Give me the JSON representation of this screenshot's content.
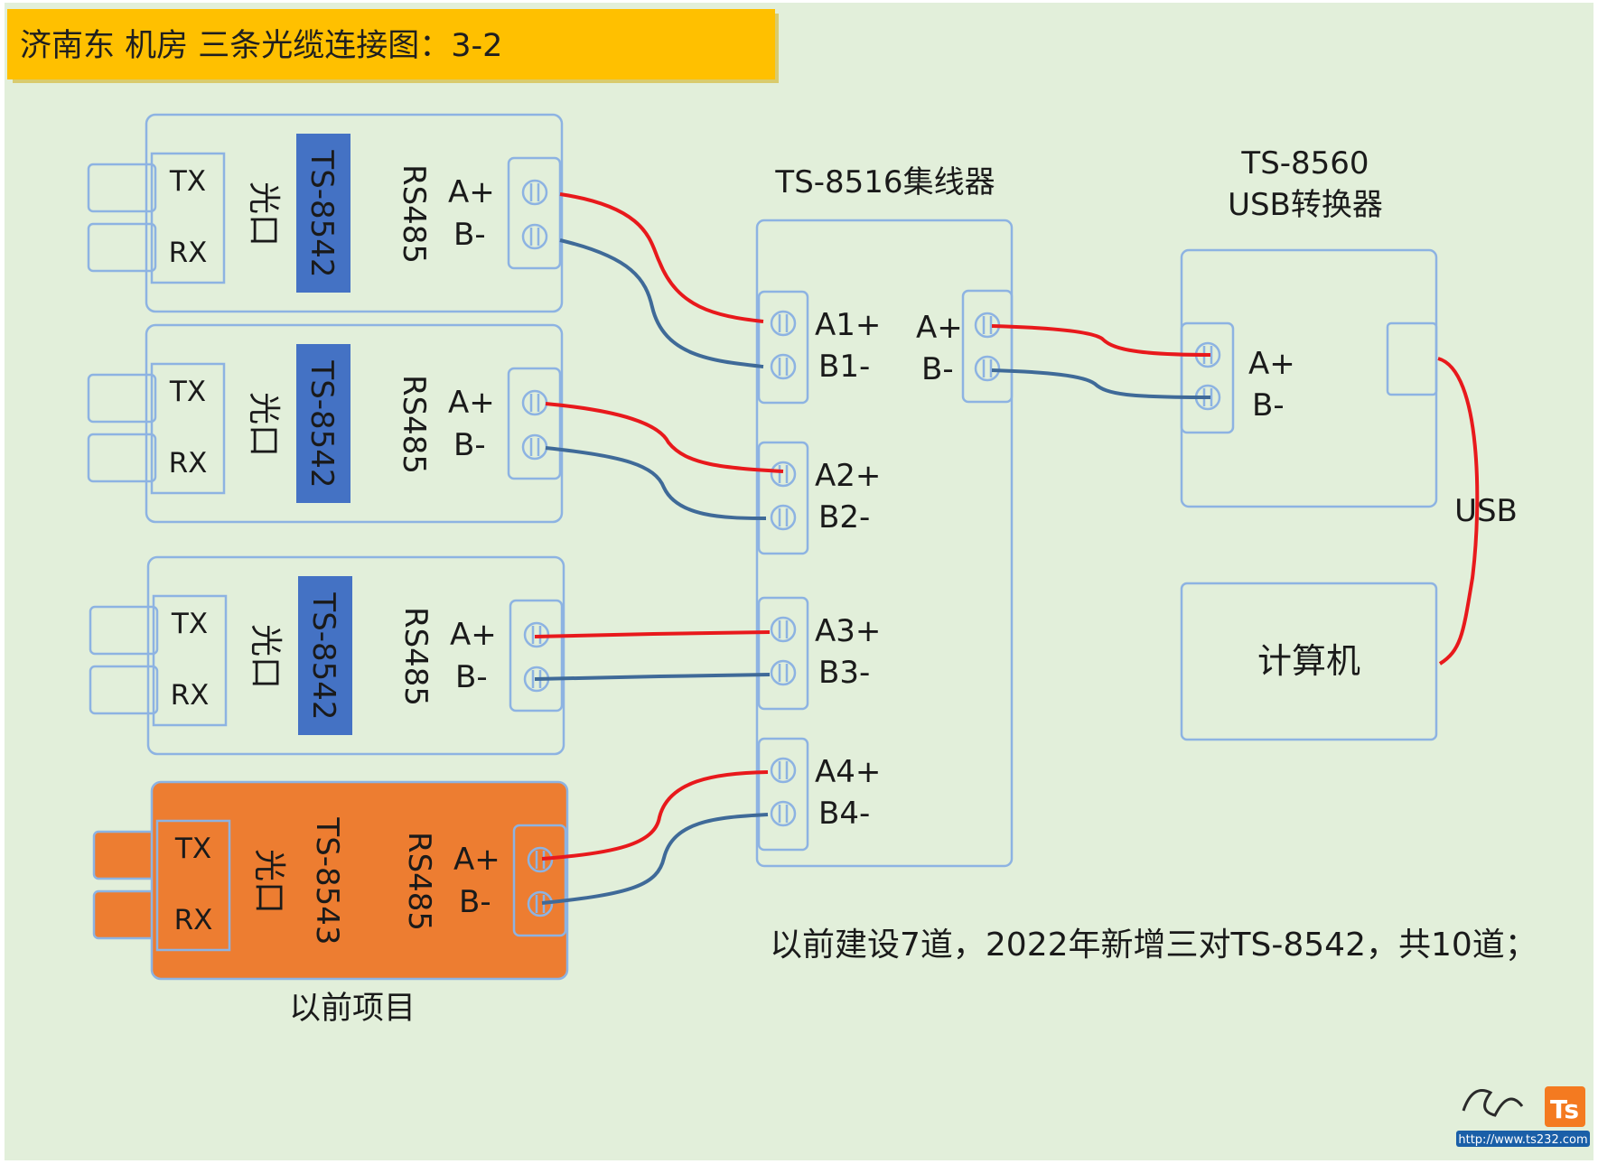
{
  "title": "济南东  机房  三条光缆连接图：3-2",
  "converters": [
    {
      "tx": "TX",
      "rx": "RX",
      "port": "光口",
      "model": "TS-8542",
      "rs485": "RS485",
      "a": "A+",
      "b": "B-"
    },
    {
      "tx": "TX",
      "rx": "RX",
      "port": "光口",
      "model": "TS-8542",
      "rs485": "RS485",
      "a": "A+",
      "b": "B-"
    },
    {
      "tx": "TX",
      "rx": "RX",
      "port": "光口",
      "model": "TS-8542",
      "rs485": "RS485",
      "a": "A+",
      "b": "B-"
    },
    {
      "tx": "TX",
      "rx": "RX",
      "port": "光口",
      "model": "TS-8543",
      "rs485": "RS485",
      "a": "A+",
      "b": "B-"
    }
  ],
  "old_project_label": "以前项目",
  "hub": {
    "title": "TS-8516集线器",
    "ports": [
      {
        "a": "A1+",
        "b": "B1-"
      },
      {
        "a": "A2+",
        "b": "B2-"
      },
      {
        "a": "A3+",
        "b": "B3-"
      },
      {
        "a": "A4+",
        "b": "B4-"
      }
    ],
    "out_a": "A+",
    "out_b": "B-"
  },
  "usb_converter": {
    "title_line1": "TS-8560",
    "title_line2": "USB转换器",
    "a": "A+",
    "b": "B-"
  },
  "computer": "计算机",
  "usb_label": "USB",
  "note": "以前建设7道，2022年新增三对TS-8542，共10道；",
  "watermark": "http://www.ts232.com",
  "colors": {
    "background": "#e2efda",
    "title_bg": "#ffc000",
    "model_blue": "#4472c4",
    "orange": "#ed7d31",
    "wire_red": "#e8191c",
    "wire_blue": "#3f6a98",
    "box_border": "#8db3e2"
  }
}
